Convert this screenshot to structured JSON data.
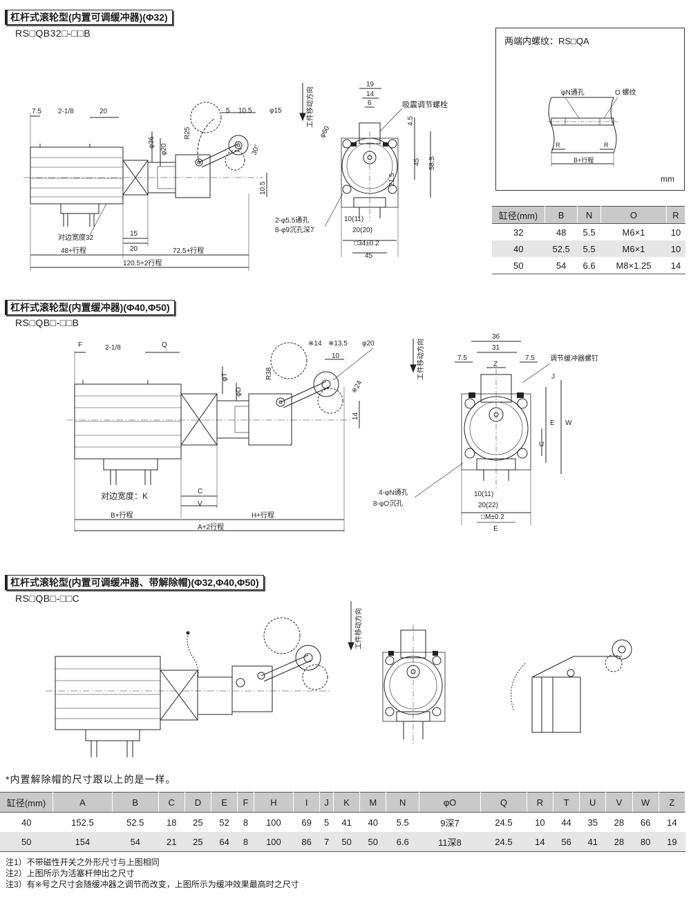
{
  "sections": [
    {
      "title": "杠杆式滚轮型(内置可调缓冲器)(Φ32)",
      "model": "RS□QB32□-□□B"
    },
    {
      "title": "杠杆式滚轮型(内置缓冲器)(Φ40,Φ50)",
      "model": "RS□QB□-□□B"
    },
    {
      "title": "杠杆式滚轮型(内置可调缓冲器、带解除帽)(Φ32,Φ40,Φ50)",
      "model": "RS□QB□-□□C"
    }
  ],
  "work_direction": "工件移动方向",
  "sec1_dims": {
    "d7_5": "7.5",
    "d2_1_8": "2-1/8",
    "d20": "20",
    "d5": "5",
    "d10_5": "10.5",
    "phi15": "φ15",
    "r25": "R25",
    "phi36": "φ36",
    "phi20": "φ20",
    "d30": "30°",
    "d10_5b": "10.5",
    "d15": "15",
    "d20b": "20",
    "across": "对边宽度32",
    "d48": "48+行程",
    "d72_5": "72.5+行程",
    "d120_5": "120.5+2行程",
    "s19": "19",
    "s14": "14",
    "s6": "6",
    "s4_5": "4.5",
    "phi60": "φ60",
    "s45": "45",
    "s58_5": "58.5",
    "s21_5": "21.5",
    "adj_bolt": "吸震调节螺栓",
    "holes1": "2-φ5.5通孔",
    "holes2": "8-φ9沉孔深7",
    "s10_11": "10(11)",
    "s20_20": "20(20)",
    "s34": "□34±0.2",
    "s45b": "45"
  },
  "qa": {
    "title": "两端内螺纹：RS□QA",
    "phiN": "φN通孔",
    "Othread": "O 螺纹",
    "R": "R",
    "B": "B+行程",
    "unit": "mm",
    "header": [
      "缸径(mm)",
      "B",
      "N",
      "O",
      "R"
    ],
    "rows": [
      [
        "32",
        "48",
        "5.5",
        "M6×1",
        "10"
      ],
      [
        "40",
        "52.5",
        "5.5",
        "M6×1",
        "10"
      ],
      [
        "50",
        "54",
        "6.6",
        "M8×1.25",
        "14"
      ]
    ]
  },
  "sec2_dims": {
    "F": "F",
    "d2_1_8": "2-1/8",
    "Q": "Q",
    "phiT": "φT",
    "phiD": "φD",
    "r38": "R38",
    "x14": "※14",
    "x13_5": "※13.5",
    "phi20": "φ20",
    "d10": "10",
    "x24": "※24",
    "d14": "14",
    "across": "对边宽度：K",
    "C": "C",
    "V": "V",
    "B": "B+行程",
    "H": "H+行程",
    "A": "A+2行程",
    "s36": "36",
    "s31": "31",
    "s7_5a": "7.5",
    "sZ": "Z",
    "s7_5b": "7.5",
    "adj": "调节缓冲器螺钉",
    "sJ": "J",
    "sE": "E",
    "sW": "W",
    "sU": "U",
    "holes1": "4-φN通孔",
    "holes2": "8-φO沉孔",
    "s10_11": "10(11)",
    "s20_22": "20(22)",
    "sM": "□M±0.2",
    "sE2": "E"
  },
  "note_top": "*内置解除帽的尺寸跟以上的是一样。",
  "dim_table": {
    "header": [
      "缸径(mm)",
      "A",
      "B",
      "C",
      "D",
      "E",
      "F",
      "H",
      "I",
      "J",
      "K",
      "M",
      "N",
      "φO",
      "Q",
      "R",
      "T",
      "U",
      "V",
      "W",
      "Z"
    ],
    "rows": [
      [
        "40",
        "152.5",
        "52.5",
        "18",
        "25",
        "52",
        "8",
        "100",
        "69",
        "5",
        "41",
        "40",
        "5.5",
        "9深7",
        "24.5",
        "10",
        "44",
        "35",
        "28",
        "66",
        "14"
      ],
      [
        "50",
        "154",
        "54",
        "21",
        "25",
        "64",
        "8",
        "100",
        "86",
        "7",
        "50",
        "50",
        "6.6",
        "11深8",
        "24.5",
        "14",
        "56",
        "41",
        "28",
        "80",
        "19"
      ]
    ]
  },
  "notes": [
    "注1）不带磁性开关之外形尺寸与上图相同",
    "注2）上图所示为活塞杆伸出之尺寸",
    "注3）有※号之尺寸会随缓冲器之调节而改变，上图所示为缓冲效果最高时之尺寸"
  ]
}
